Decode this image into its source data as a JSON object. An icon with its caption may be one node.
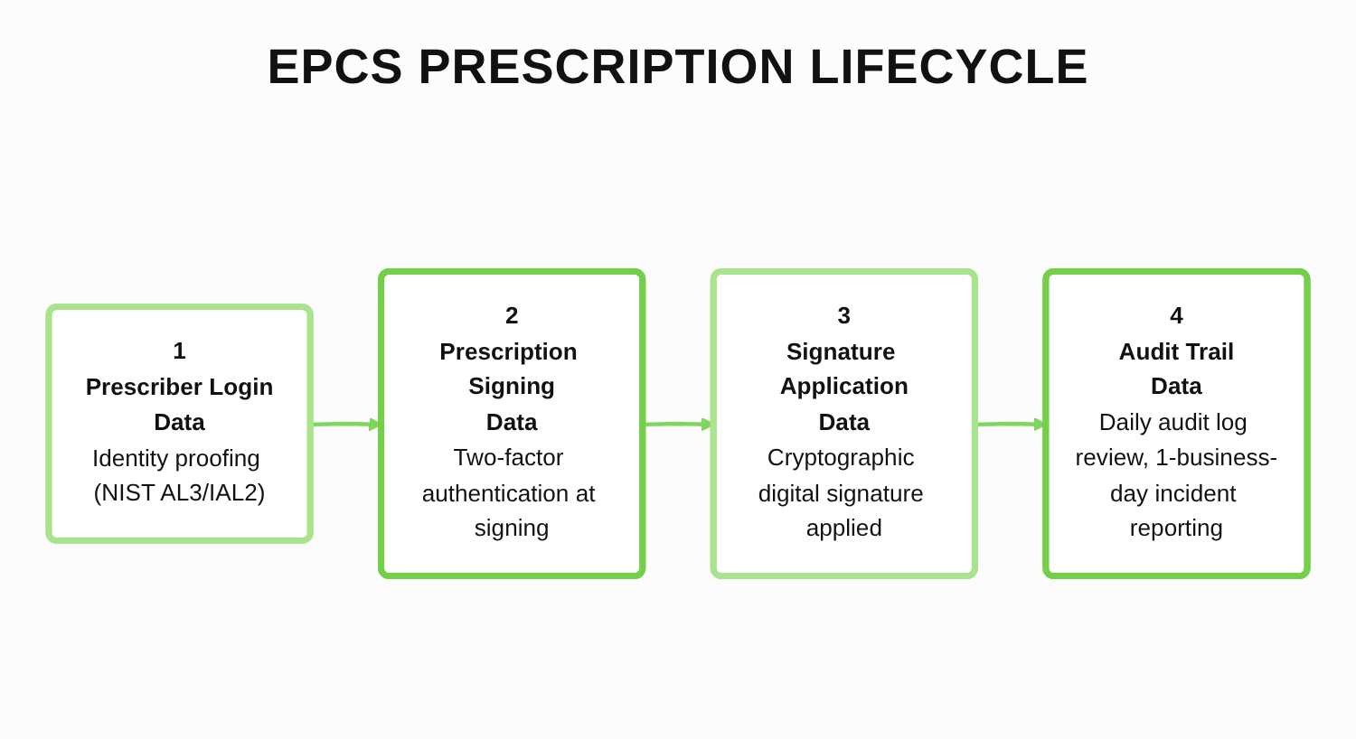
{
  "diagram": {
    "title": "EPCS PRESCRIPTION LIFECYCLE",
    "nodes": [
      {
        "text": [
          "1",
          "Prescriber Login",
          "Data",
          "Identity proofing (NIST AL3/IAL2)"
        ]
      },
      {
        "text": [
          "2",
          "Prescription Signing",
          "Data",
          "Two-factor authentication at signing"
        ]
      },
      {
        "text": [
          "3",
          "Signature Application",
          "Data",
          "Cryptographic digital signature applied"
        ]
      },
      {
        "text": [
          "4",
          "Audit Trail",
          "Data",
          "Daily audit log review, 1-business-day incident reporting"
        ]
      }
    ],
    "edges": [
      {
        "from": 0,
        "to": 1,
        "arrow": "to"
      },
      {
        "from": 1,
        "to": 2,
        "arrow": "to"
      },
      {
        "from": 2,
        "to": 3,
        "arrow": "to"
      }
    ]
  }
}
